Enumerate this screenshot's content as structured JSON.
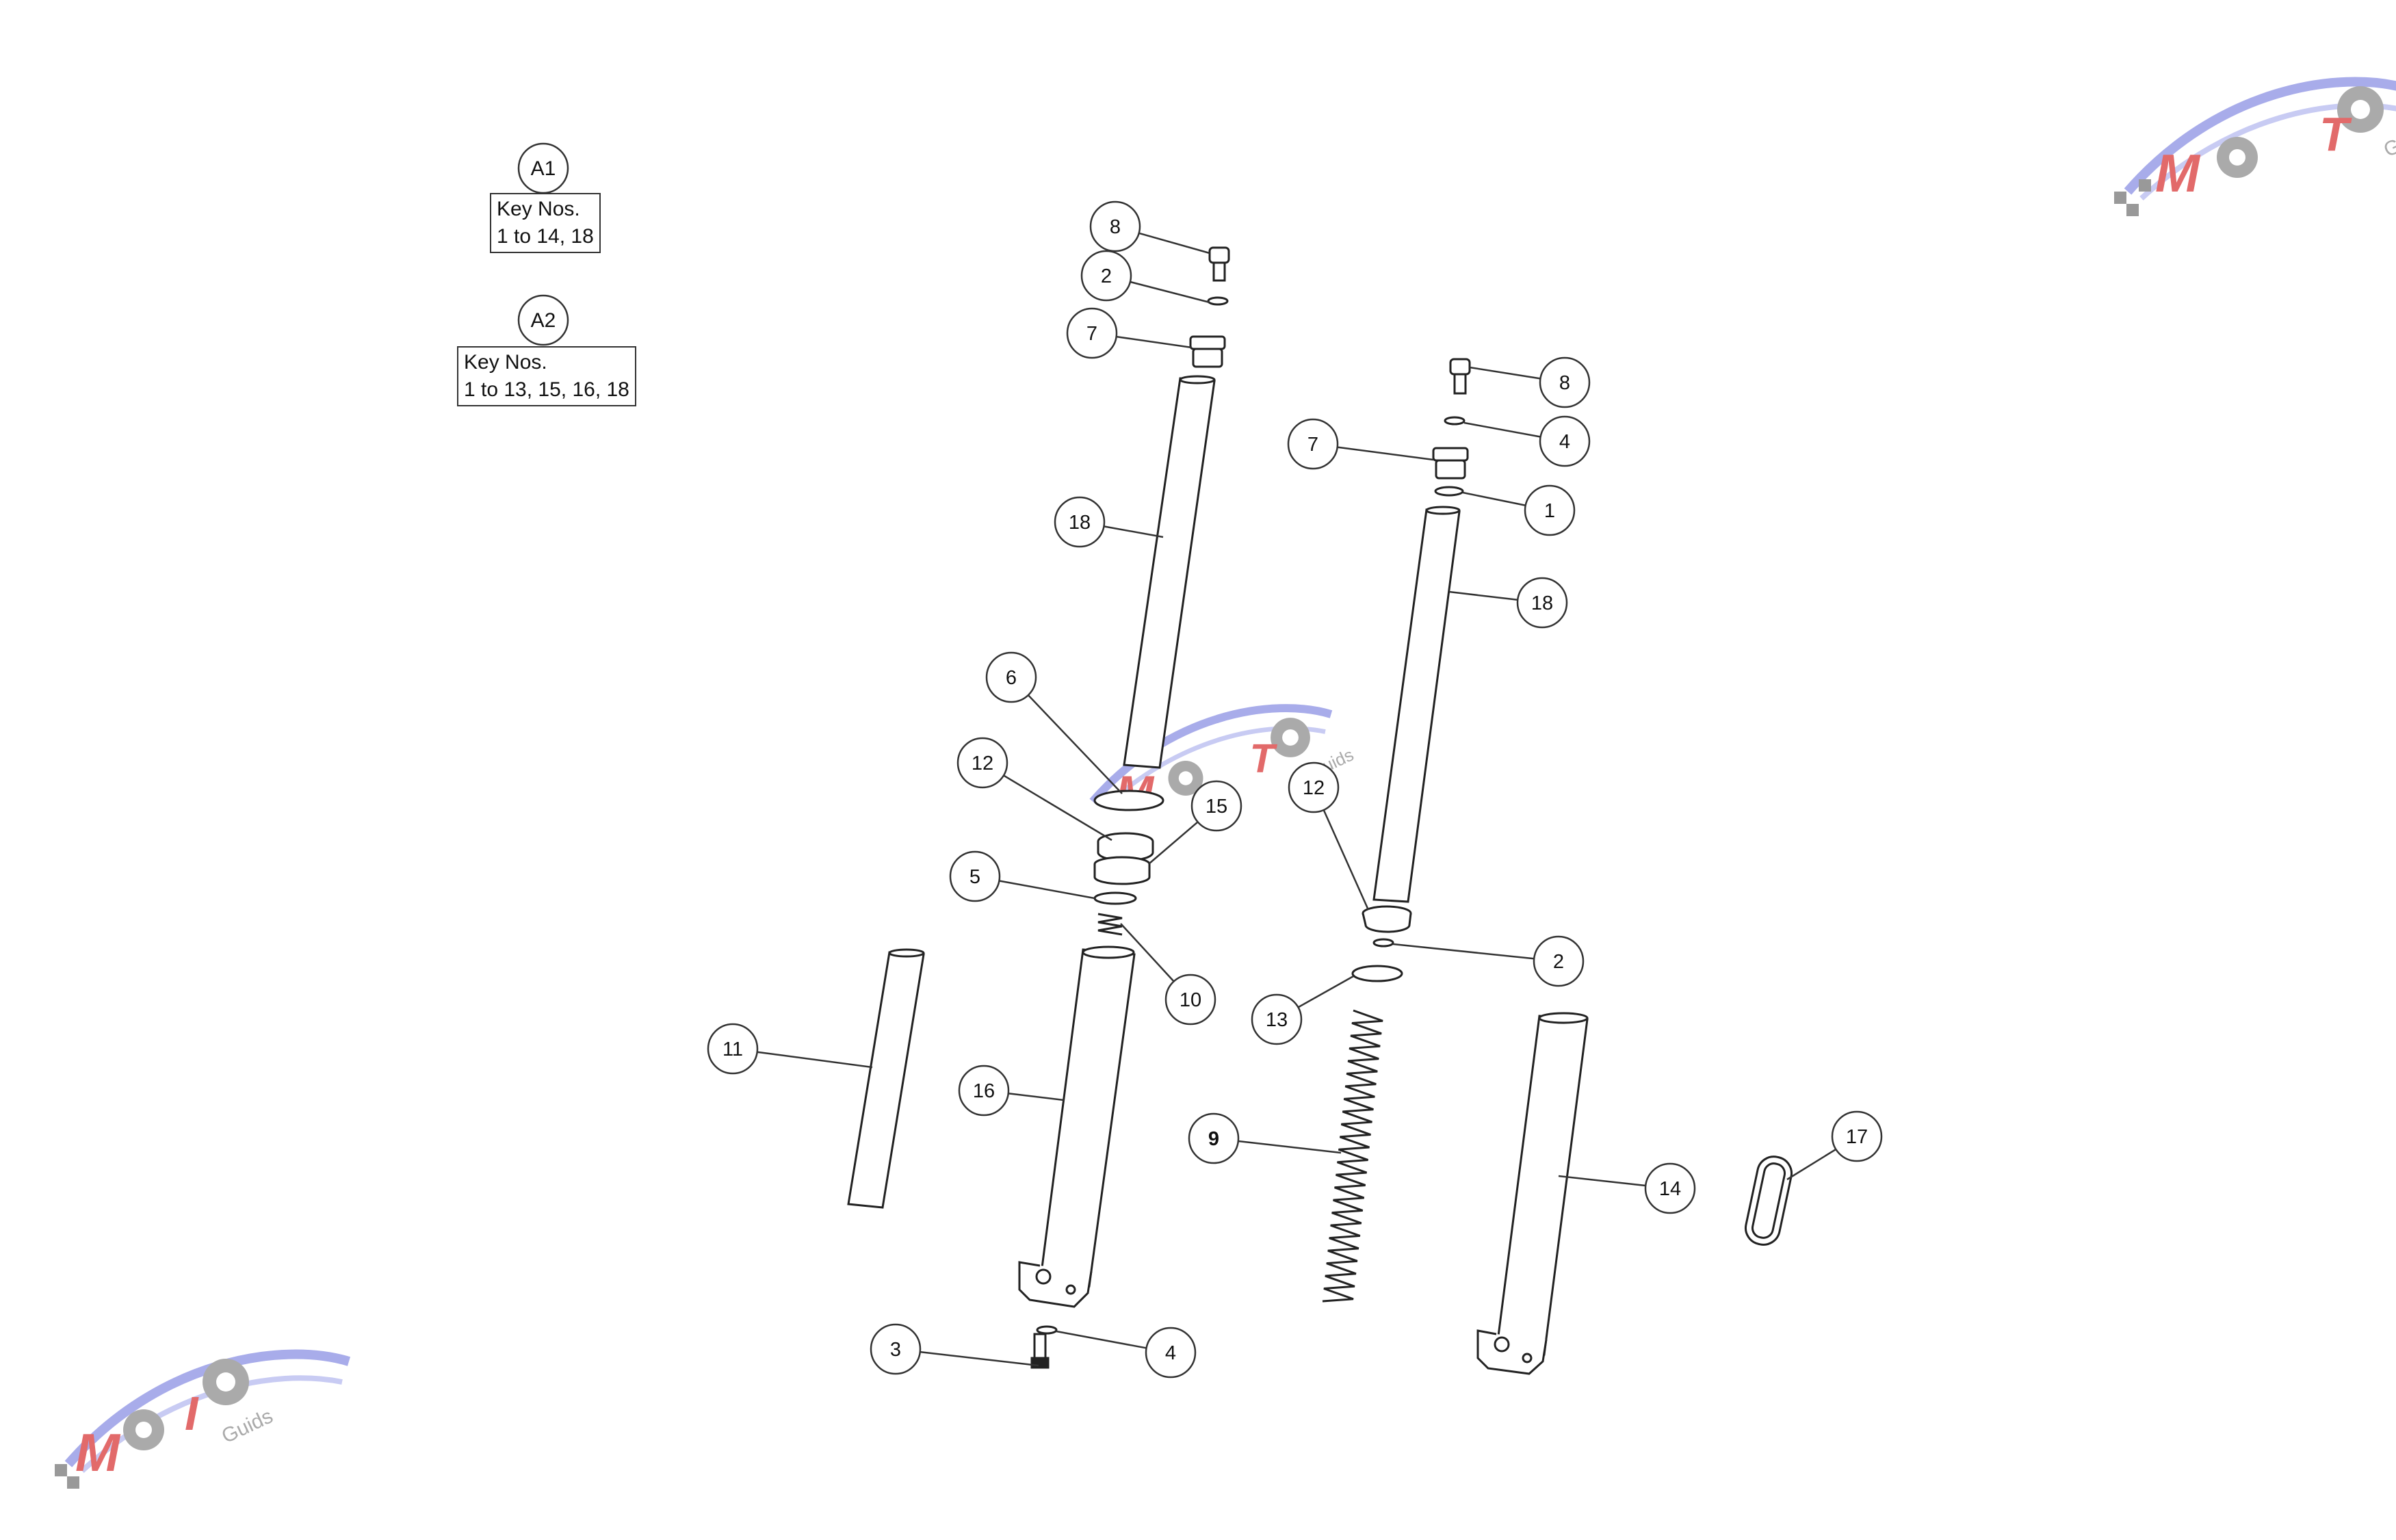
{
  "groups": [
    {
      "id": "A1",
      "key_label": "Key Nos.",
      "key_range": "1 to 14, 18"
    },
    {
      "id": "A2",
      "key_label": "Key Nos.",
      "key_range": "1 to 13, 15, 16, 18"
    }
  ],
  "callouts": [
    {
      "label": "8"
    },
    {
      "label": "2"
    },
    {
      "label": "7"
    },
    {
      "label": "18"
    },
    {
      "label": "6"
    },
    {
      "label": "12"
    },
    {
      "label": "15"
    },
    {
      "label": "5"
    },
    {
      "label": "10"
    },
    {
      "label": "11"
    },
    {
      "label": "16"
    },
    {
      "label": "3"
    },
    {
      "label": "4"
    },
    {
      "label": "8"
    },
    {
      "label": "4"
    },
    {
      "label": "7"
    },
    {
      "label": "1"
    },
    {
      "label": "18"
    },
    {
      "label": "12"
    },
    {
      "label": "2"
    },
    {
      "label": "13"
    },
    {
      "label": "9"
    },
    {
      "label": "14"
    },
    {
      "label": "17"
    }
  ],
  "watermark": {
    "text_main": "MOTO",
    "text_sub": "Guids",
    "accent": "#e04848",
    "swoosh": "#8a8fd8"
  },
  "colors": {
    "line": "#222222",
    "background": "#ffffff"
  }
}
